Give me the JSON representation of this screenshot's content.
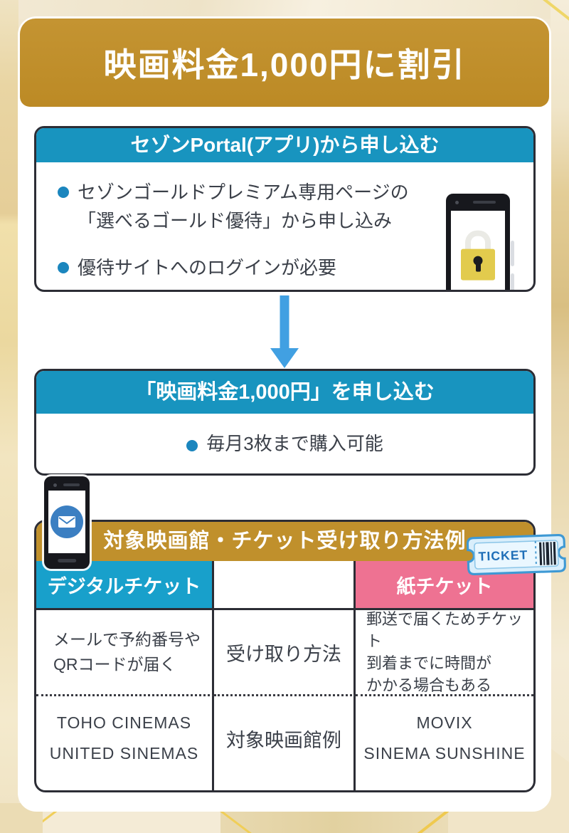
{
  "banner": {
    "title": "映画料金1,000円に割引"
  },
  "step1": {
    "header": "セゾンPortal(アプリ)から申し込む",
    "bullet1_line1": "セゾンゴールドプレミアム専用ページの",
    "bullet1_line2": "「選べるゴールド優待」から申し込み",
    "bullet2": "優待サイトへのログインが必要"
  },
  "step2": {
    "header": "「映画料金1,000円」を申し込む",
    "bullet": "毎月3枚まで購入可能"
  },
  "section3": {
    "header": "対象映画館・チケット受け取り方法例",
    "ticket_label": "TICKET",
    "table": {
      "headers": {
        "digital": "デジタルチケット",
        "spacer": "",
        "paper": "紙チケット"
      },
      "receive": {
        "digital_line1": "メールで予約番号や",
        "digital_line2": "QRコードが届く",
        "label": "受け取り方法",
        "paper_line1": "郵送で届くためチケット",
        "paper_line2": "到着までに時間が",
        "paper_line3": "かかる場合もある"
      },
      "cinemas": {
        "digital_line1": "TOHO CINEMAS",
        "digital_line2": "UNITED SINEMAS",
        "label": "対象映画館例",
        "paper_line1": "MOVIX",
        "paper_line2": "SINEMA SUNSHINE"
      }
    }
  },
  "icons": {
    "step1_phone": "smartphone-lock-icon",
    "flow_arrow": "down-arrow-icon",
    "section3_phone": "smartphone-mail-icon",
    "section3_ticket": "ticket-icon",
    "bullet": "dot-icon"
  },
  "colors": {
    "gold": "#C0902C",
    "teal_header": "#1894BF",
    "table_teal": "#18A0CB",
    "table_pink": "#EE7292",
    "arrow_blue": "#41A0E2",
    "bullet_blue": "#1B86BE",
    "lock_yellow": "#E2CB4D",
    "mail_blue": "#3B7FC2",
    "ticket_blue": "#3E99D4",
    "text_dark": "#3B4049"
  }
}
